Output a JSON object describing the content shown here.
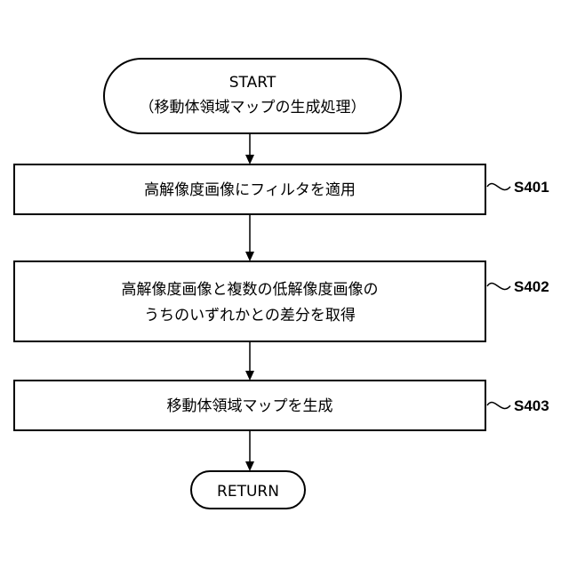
{
  "flowchart": {
    "start": {
      "line1": "START",
      "line2": "（移動体領域マップの生成処理）"
    },
    "steps": [
      {
        "id": "S401",
        "lines": [
          "高解像度画像にフィルタを適用"
        ]
      },
      {
        "id": "S402",
        "lines": [
          "高解像度画像と複数の低解像度画像の",
          "うちのいずれかとの差分を取得"
        ]
      },
      {
        "id": "S403",
        "lines": [
          "移動体領域マップを生成"
        ]
      }
    ],
    "end": {
      "label": "RETURN"
    }
  }
}
